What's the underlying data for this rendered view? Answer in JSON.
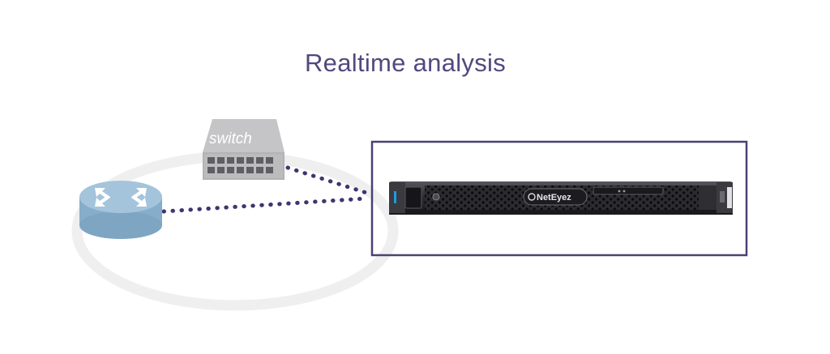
{
  "title": "Realtime analysis",
  "switch": {
    "label": "switch"
  },
  "router": {
    "icon": "router-arrows-icon"
  },
  "appliance": {
    "brand_label": "NetEyez",
    "icon": "rack-server-icon"
  },
  "colors": {
    "title": "#53487e",
    "frame": "#4d4072",
    "dots": "#3b3770",
    "ring": "#efefef",
    "switch_body": "#b7b7b9",
    "router_body": "#8db3cf"
  }
}
